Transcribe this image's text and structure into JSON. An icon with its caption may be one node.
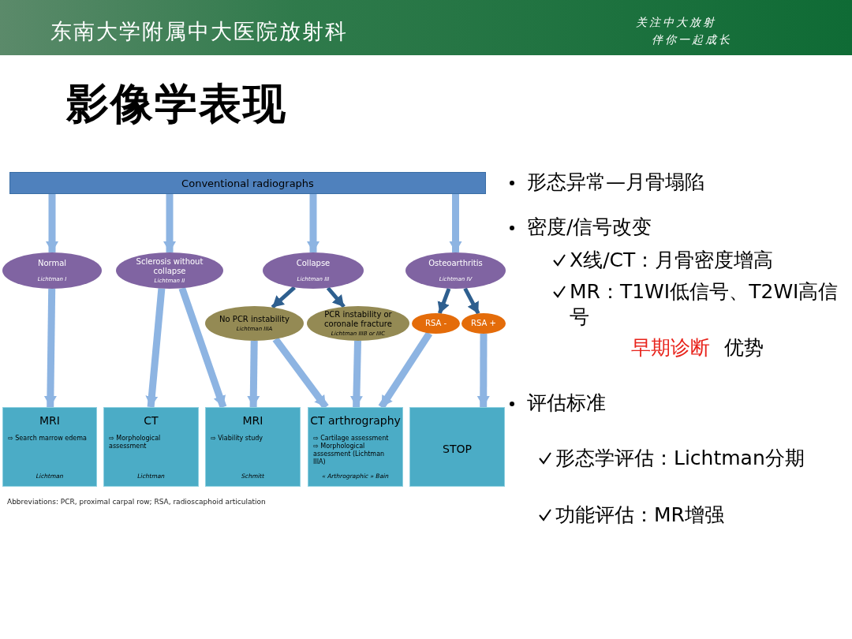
{
  "diagram": {
    "title": "影像学表现",
    "nodes": [
      {
        "text": [
          "Conventional radiographs"
        ]
      },
      {
        "text": [
          "Normal",
          "Lichtman I"
        ]
      },
      {
        "text": [
          "Sclerosis without collapse",
          "Lichtman II"
        ]
      },
      {
        "text": [
          "Collapse",
          "Lichtman III"
        ]
      },
      {
        "text": [
          "Osteoarthritis",
          "Lichtman IV"
        ]
      },
      {
        "text": [
          "No PCR instability",
          "Lichtman IIIA"
        ]
      },
      {
        "text": [
          "PCR instability or coronale fracture",
          "Lichtman IIIB or IIIC"
        ]
      },
      {
        "text": [
          "RSA -"
        ]
      },
      {
        "text": [
          "RSA +"
        ]
      },
      {
        "text": [
          "MRI",
          "⇨ Search marrow edema",
          "Lichtman"
        ]
      },
      {
        "text": [
          "CT",
          "⇨ Morphological assessment",
          "Lichtman"
        ]
      },
      {
        "text": [
          "MRI",
          "⇨ Viability study",
          "Schmitt"
        ]
      },
      {
        "text": [
          "CT arthrography",
          "⇨ Cartilage assessment",
          "⇨ Morphological assessment (Lichtman IIIA)",
          "« Arthrographic » Bain"
        ]
      },
      {
        "text": [
          "STOP"
        ]
      }
    ],
    "edges": [
      {
        "from": 0,
        "to": 1,
        "arrow": "to"
      },
      {
        "from": 0,
        "to": 2,
        "arrow": "to"
      },
      {
        "from": 0,
        "to": 3,
        "arrow": "to"
      },
      {
        "from": 0,
        "to": 4,
        "arrow": "to"
      },
      {
        "from": 3,
        "to": 5,
        "arrow": "to",
        "color": "#2e5f8f"
      },
      {
        "from": 3,
        "to": 6,
        "arrow": "to",
        "color": "#2e5f8f"
      },
      {
        "from": 4,
        "to": 7,
        "arrow": "to",
        "color": "#2e5f8f"
      },
      {
        "from": 4,
        "to": 8,
        "arrow": "to",
        "color": "#2e5f8f"
      },
      {
        "from": 1,
        "to": 9,
        "arrow": "to"
      },
      {
        "from": 2,
        "to": 10,
        "arrow": "to"
      },
      {
        "from": 2,
        "to": 11,
        "arrow": "to"
      },
      {
        "from": 5,
        "to": 11,
        "arrow": "to"
      },
      {
        "from": 5,
        "to": 12,
        "arrow": "to"
      },
      {
        "from": 6,
        "to": 12,
        "arrow": "to"
      },
      {
        "from": 7,
        "to": 12,
        "arrow": "to"
      },
      {
        "from": 8,
        "to": 13,
        "arrow": "to"
      }
    ],
    "labels": [
      "东南大学附属中大医院放射科",
      "关注中大放射",
      "伴你一起成长",
      "形态异常—月骨塌陷",
      "密度/信号改变",
      "X线/CT：月骨密度增高",
      "MR：T1WI低信号、T2WI高信号",
      "早期诊断",
      "优势",
      "评估标准",
      "形态学评估：Lichtman分期",
      "功能评估：MR增强",
      "Abbreviations: PCR, proximal carpal row; RSA, radioscaphoid articulation"
    ]
  }
}
